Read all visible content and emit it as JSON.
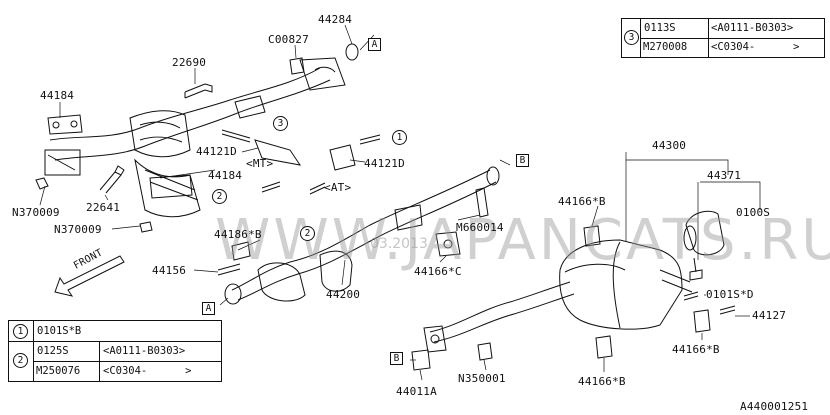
{
  "labels": {
    "p44284": "44284",
    "c00827": "C00827",
    "p22690": "22690",
    "p44184_top": "44184",
    "p44121d_left": "44121D",
    "mt": "<MT>",
    "p44184_mid": "44184",
    "n370009_left": "N370009",
    "p22641": "22641",
    "n370009_mid": "N370009",
    "p44121d_right": "44121D",
    "at": "<AT>",
    "p44186b": "44186*B",
    "p44156": "44156",
    "front": "FRONT",
    "p44200": "44200",
    "m660014": "M660014",
    "p44166c": "44166*C",
    "p44166b_top": "44166*B",
    "p44300": "44300",
    "p44371": "44371",
    "p0100s": "0100S",
    "p0101sd": "0101S*D",
    "p44127": "44127",
    "p44166b_right": "44166*B",
    "p44166b_bottom": "44166*B",
    "n350001": "N350001",
    "p44011a": "44011A",
    "diagram_id": "A440001251"
  },
  "refs": {
    "a_top": "A",
    "a_bottom": "A",
    "b_top": "B",
    "b_bottom": "B",
    "c1": "1",
    "c2_a": "2",
    "c2_b": "2",
    "c3": "3"
  },
  "legend_right": {
    "circle": "3",
    "row1": [
      "0113S",
      "<A0111-B0303>"
    ],
    "row2": [
      "M270008",
      "<C0304-      >"
    ]
  },
  "legend_left": {
    "circle1": "1",
    "row1": "0101S*B",
    "circle2": "2",
    "row2": [
      "0125S",
      "<A0111-B0303>"
    ],
    "row3": [
      "M250076",
      "<C0304-      >"
    ]
  },
  "watermark": {
    "text": "WWW.JAPANCATS.RU",
    "date": "03.2013"
  }
}
